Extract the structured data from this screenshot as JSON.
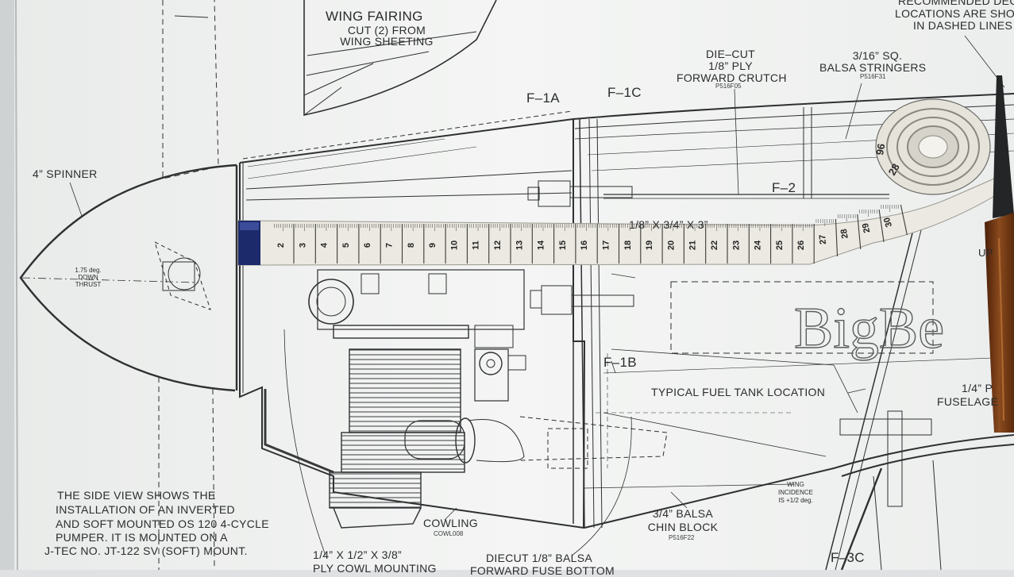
{
  "plan": {
    "labels": {
      "wing_fairing_title": "WING FAIRING",
      "wing_fairing_line2": "CUT (2) FROM",
      "wing_fairing_line3": "WING SHEETING",
      "spinner": "4” SPINNER",
      "thrust_line1": "1.75 deg.",
      "thrust_line2": "DOWN",
      "thrust_line3": "THRUST",
      "f1a": "F–1A",
      "f1c": "F–1C",
      "f1b": "F–1B",
      "f2": "F–2",
      "f3c": "F–3C",
      "crutch_line1": "DIE–CUT",
      "crutch_line2": "1/8” PLY",
      "crutch_line3": "FORWARD CRUTCH",
      "crutch_part": "P516F05",
      "stringers_line1": "3/16” SQ.",
      "stringers_line2": "BALSA STRINGERS",
      "stringers_part": "P516F31",
      "decal_line1": "RECOMMENDED DECA",
      "decal_line2": "LOCATIONS ARE SHO",
      "decal_line3": "IN DASHED LINES",
      "fuel_tank": "TYPICAL FUEL TANK LOCATION",
      "right_1_4": "1/4” P",
      "fuselage": "FUSELAGE",
      "up": "UP",
      "wing_inc_line1": "WING",
      "wing_inc_line2": "INCIDENCE",
      "wing_inc_line3": "IS +1/2 deg.",
      "chin_line1": "3/4” BALSA",
      "chin_line2": "CHIN BLOCK",
      "chin_part": "P516F22",
      "cowling": "COWLING",
      "cowling_part": "COWL008",
      "side_note_1": "THE SIDE VIEW SHOWS THE",
      "side_note_2": "INSTALLATION OF AN INVERTED",
      "side_note_3": "AND SOFT MOUNTED OS 120 4-CYCLE",
      "side_note_4": "PUMPER.  IT IS MOUNTED ON A",
      "side_note_5": "J-TEC NO. JT-122 SV (SOFT) MOUNT.",
      "cowl_mount_line1": "1/4” X 1/2” X 3/8”",
      "cowl_mount_line2": "PLY COWL MOUNTING",
      "diecut_line1": "DIECUT 1/8” BALSA",
      "diecut_line2": "FORWARD FUSE BOTTOM",
      "crutch_dims": "1/8” X 3/4” X 3”",
      "logo": "BigBe"
    }
  },
  "tape": {
    "numbers": [
      "2",
      "3",
      "4",
      "5",
      "6",
      "7",
      "8",
      "9",
      "10",
      "11",
      "12",
      "13",
      "14",
      "15",
      "16",
      "17",
      "18",
      "19",
      "20",
      "21",
      "22",
      "23",
      "24",
      "25",
      "26",
      "27",
      "28",
      "29",
      "30"
    ],
    "coil_numbers": [
      "96",
      "28"
    ]
  },
  "colors": {
    "paper": "#f4f5f4",
    "ink": "#2a2c2e",
    "tape": "#ebe9e1",
    "tape_end": "#1c2a6b",
    "handle": "#7a3c18"
  }
}
